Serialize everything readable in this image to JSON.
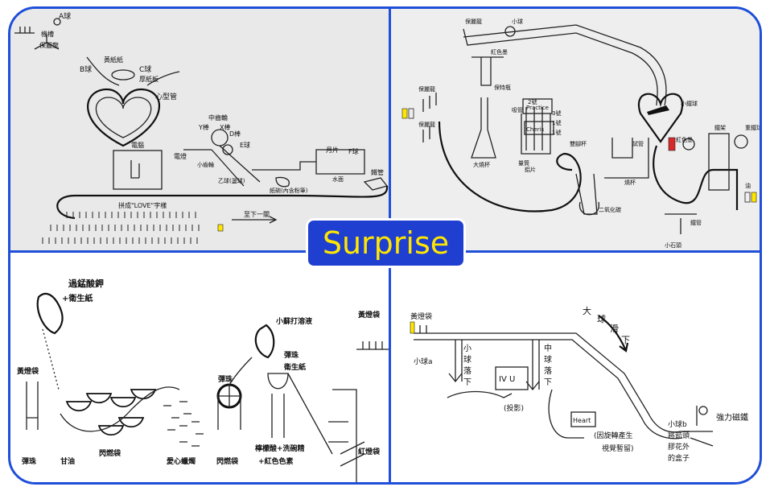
{
  "center_badge": "Surprise",
  "colors": {
    "frame": "#1f4fd8",
    "badge_bg": "#1f3fd0",
    "badge_text": "#ffe600",
    "panel_bg": "#e7e7e7"
  },
  "panel_tl": {
    "labels": [
      "A球",
      "機槽",
      "保麗龍",
      "黃紙紙",
      "B球",
      "C球",
      "厚紙板",
      "心型管",
      "電腦",
      "中齒輪",
      "Y棒",
      "X棒",
      "D棒",
      "E球",
      "電燈",
      "小齒輪",
      "乙球(盪球)",
      "拼成\"LOVE\"字樣",
      "至下一關",
      "月片",
      "F球",
      "水面",
      "鐵管",
      "紙碗(內含粉筆)"
    ]
  },
  "panel_tr": {
    "labels": [
      "保麗龍",
      "小球",
      "保麗龍",
      "紅色墨",
      "保特瓶",
      "吸管",
      "2號",
      "3號",
      "1號",
      "1號",
      "大燒杯",
      "量筒",
      "鋁片",
      "Practice",
      "Cheris",
      "二氧化碳",
      "雙腳杯",
      "保麗龍",
      "小鐵球",
      "紅色墨",
      "鐵架",
      "重鐵球",
      "油",
      "鐵管",
      "小石頭",
      "燒杯",
      "試管"
    ]
  },
  "panel_bl": {
    "labels": [
      "過錳酸鉀",
      "+衛生紙",
      "黃燈袋",
      "彈珠",
      "甘油",
      "閃燃袋",
      "愛心蠟燭",
      "閃燃袋",
      "彈珠",
      "小蘇打溶液",
      "彈珠",
      "衛生紙",
      "檸檬酸+洗碗精",
      "+紅色色素",
      "黃燈袋",
      "紅燈袋"
    ]
  },
  "panel_br": {
    "labels": [
      "黃燈袋",
      "小球a",
      "小",
      "球",
      "落",
      "下",
      "中",
      "球",
      "落",
      "下",
      "大",
      "球",
      "滑",
      "下",
      "(投影)",
      "(因旋轉產生",
      "視覺暫留)",
      "小球b",
      "將箭頭",
      "膠花外",
      "的盒子",
      "強力磁鐵",
      "IV U",
      "Heart"
    ]
  }
}
